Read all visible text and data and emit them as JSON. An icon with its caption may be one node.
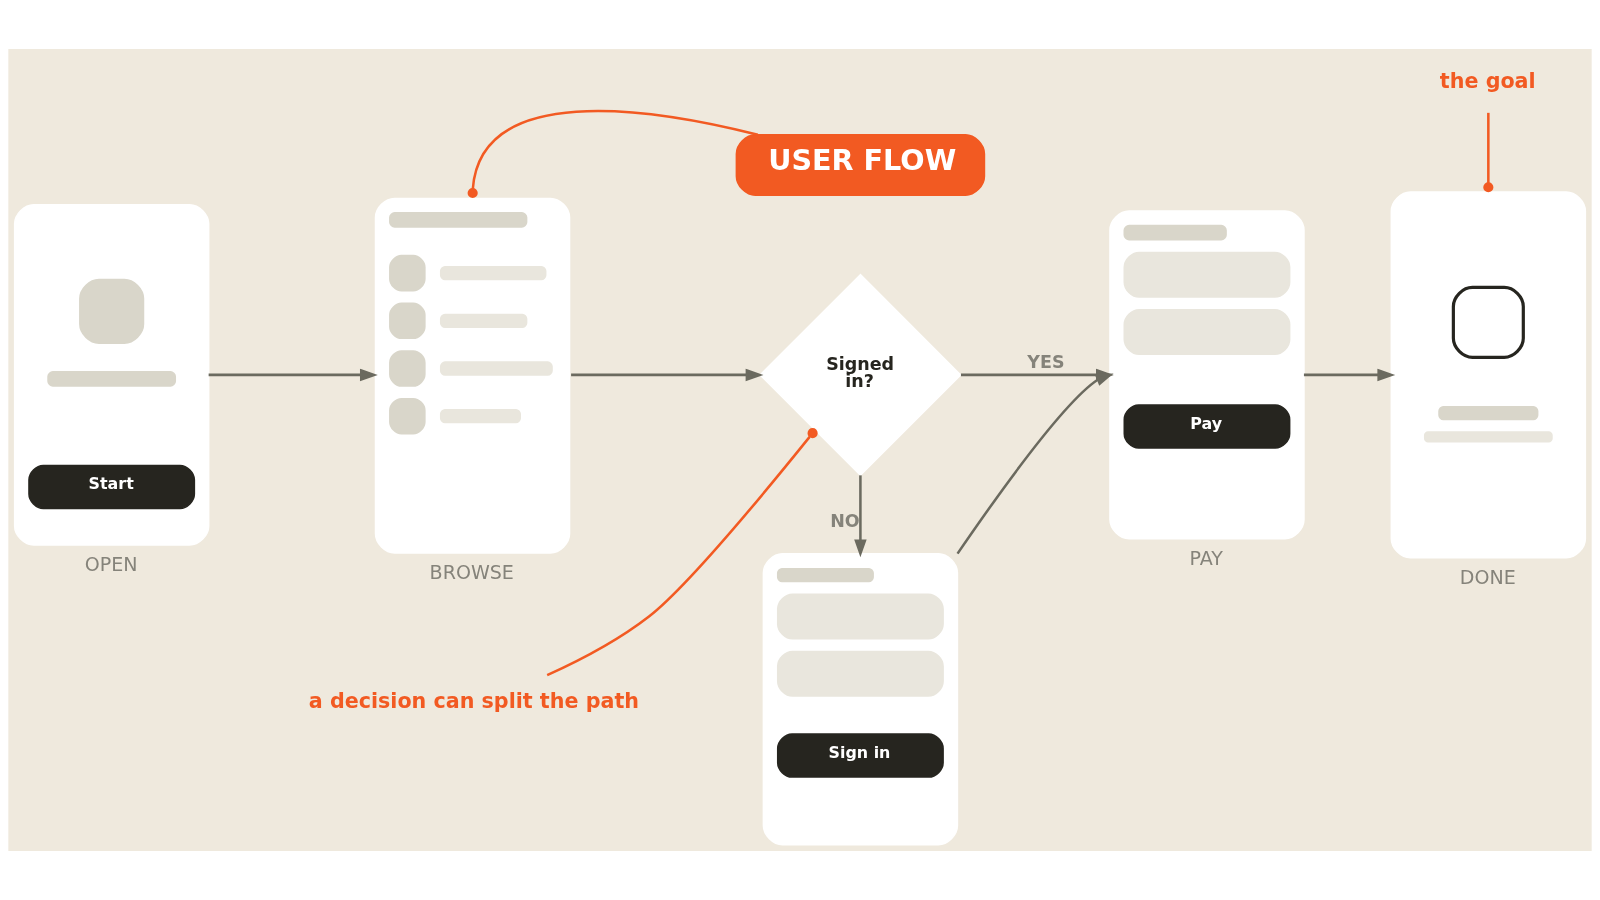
{
  "diagram": {
    "nodes": [
      {
        "text": [
          "USER FLOW"
        ]
      },
      {
        "text": [
          "the goal"
        ]
      },
      {
        "text": [
          "Start"
        ],
        "beside": [
          "OPEN"
        ]
      },
      {
        "text": [],
        "shape": "box",
        "beside": [
          "BROWSE"
        ]
      },
      {
        "text": [
          "Signed in?"
        ]
      },
      {
        "text": [
          "Pay"
        ],
        "beside": [
          "PAY"
        ]
      },
      {
        "text": [],
        "shape": "box",
        "beside": [
          "DONE"
        ]
      },
      {
        "text": [
          "Sign in"
        ]
      },
      {
        "text": [
          "a decision can split the path"
        ]
      }
    ],
    "edges": [
      {
        "from": 0,
        "to": 3,
        "arrow": "other",
        "color": "#f25a22"
      },
      {
        "from": 1,
        "to": 6,
        "arrow": "other",
        "color": "#f25a22"
      },
      {
        "from": 2,
        "to": 3,
        "arrow": "to"
      },
      {
        "from": 3,
        "to": 4,
        "arrow": "to"
      },
      {
        "from": 4,
        "to": 5,
        "arrow": "to",
        "label": "YES"
      },
      {
        "from": 5,
        "to": 6,
        "arrow": "to"
      },
      {
        "from": 4,
        "to": 7,
        "arrow": "to",
        "label": "NO"
      },
      {
        "from": 7,
        "to": 5,
        "arrow": "to"
      },
      {
        "from": 8,
        "to": 4,
        "arrow": "other",
        "color": "#f25a22"
      }
    ]
  }
}
